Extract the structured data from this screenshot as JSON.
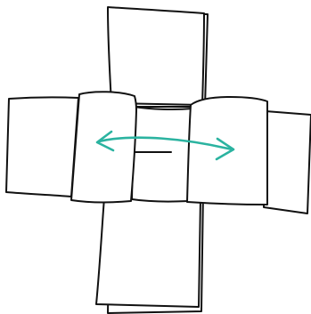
{
  "diagram": {
    "kind": "hand-drawn cross-shaped fold / swipe illustration",
    "colors": {
      "ink": "#111111",
      "paper": "#ffffff",
      "arrow": "#2bb3a0"
    },
    "arrow_direction": "bidirectional-horizontal",
    "icons": [
      "double-headed-arrow"
    ]
  }
}
